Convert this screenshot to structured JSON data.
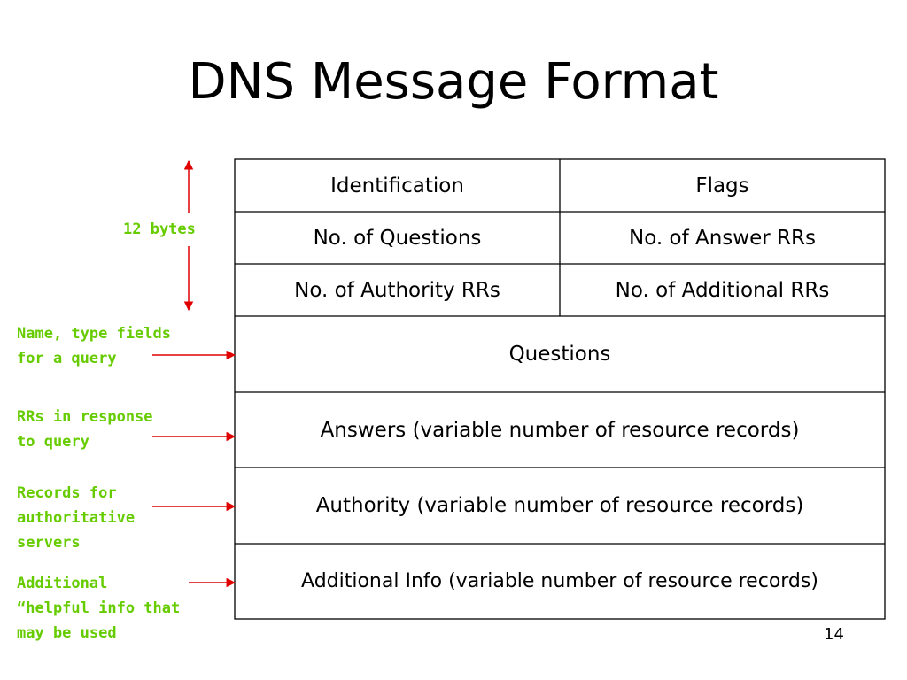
{
  "title": "DNS Message Format",
  "table": {
    "identification": "Identification",
    "flags": "Flags",
    "num_questions": "No. of Questions",
    "num_answer_rrs": "No. of Answer RRs",
    "num_authority_rrs": "No. of Authority RRs",
    "num_additional_rrs": "No. of Additional RRs",
    "questions": "Questions",
    "answers": "Answers (variable number of resource records)",
    "authority": "Authority (variable number of resource records)",
    "additional": "Additional Info (variable number of resource records)"
  },
  "annotations": {
    "header_size": "12 bytes",
    "questions_note": [
      "Name, type fields",
      "for a query"
    ],
    "answers_note": [
      "RRs in response",
      "to query"
    ],
    "authority_note": [
      "Records for",
      "authoritative",
      "servers"
    ],
    "additional_note": [
      "Additional",
      "“helpful info that",
      "may be used"
    ]
  },
  "colors": {
    "note_text": "#66cc00",
    "arrow": "#e00000",
    "border": "#000000"
  },
  "page_number": "14"
}
